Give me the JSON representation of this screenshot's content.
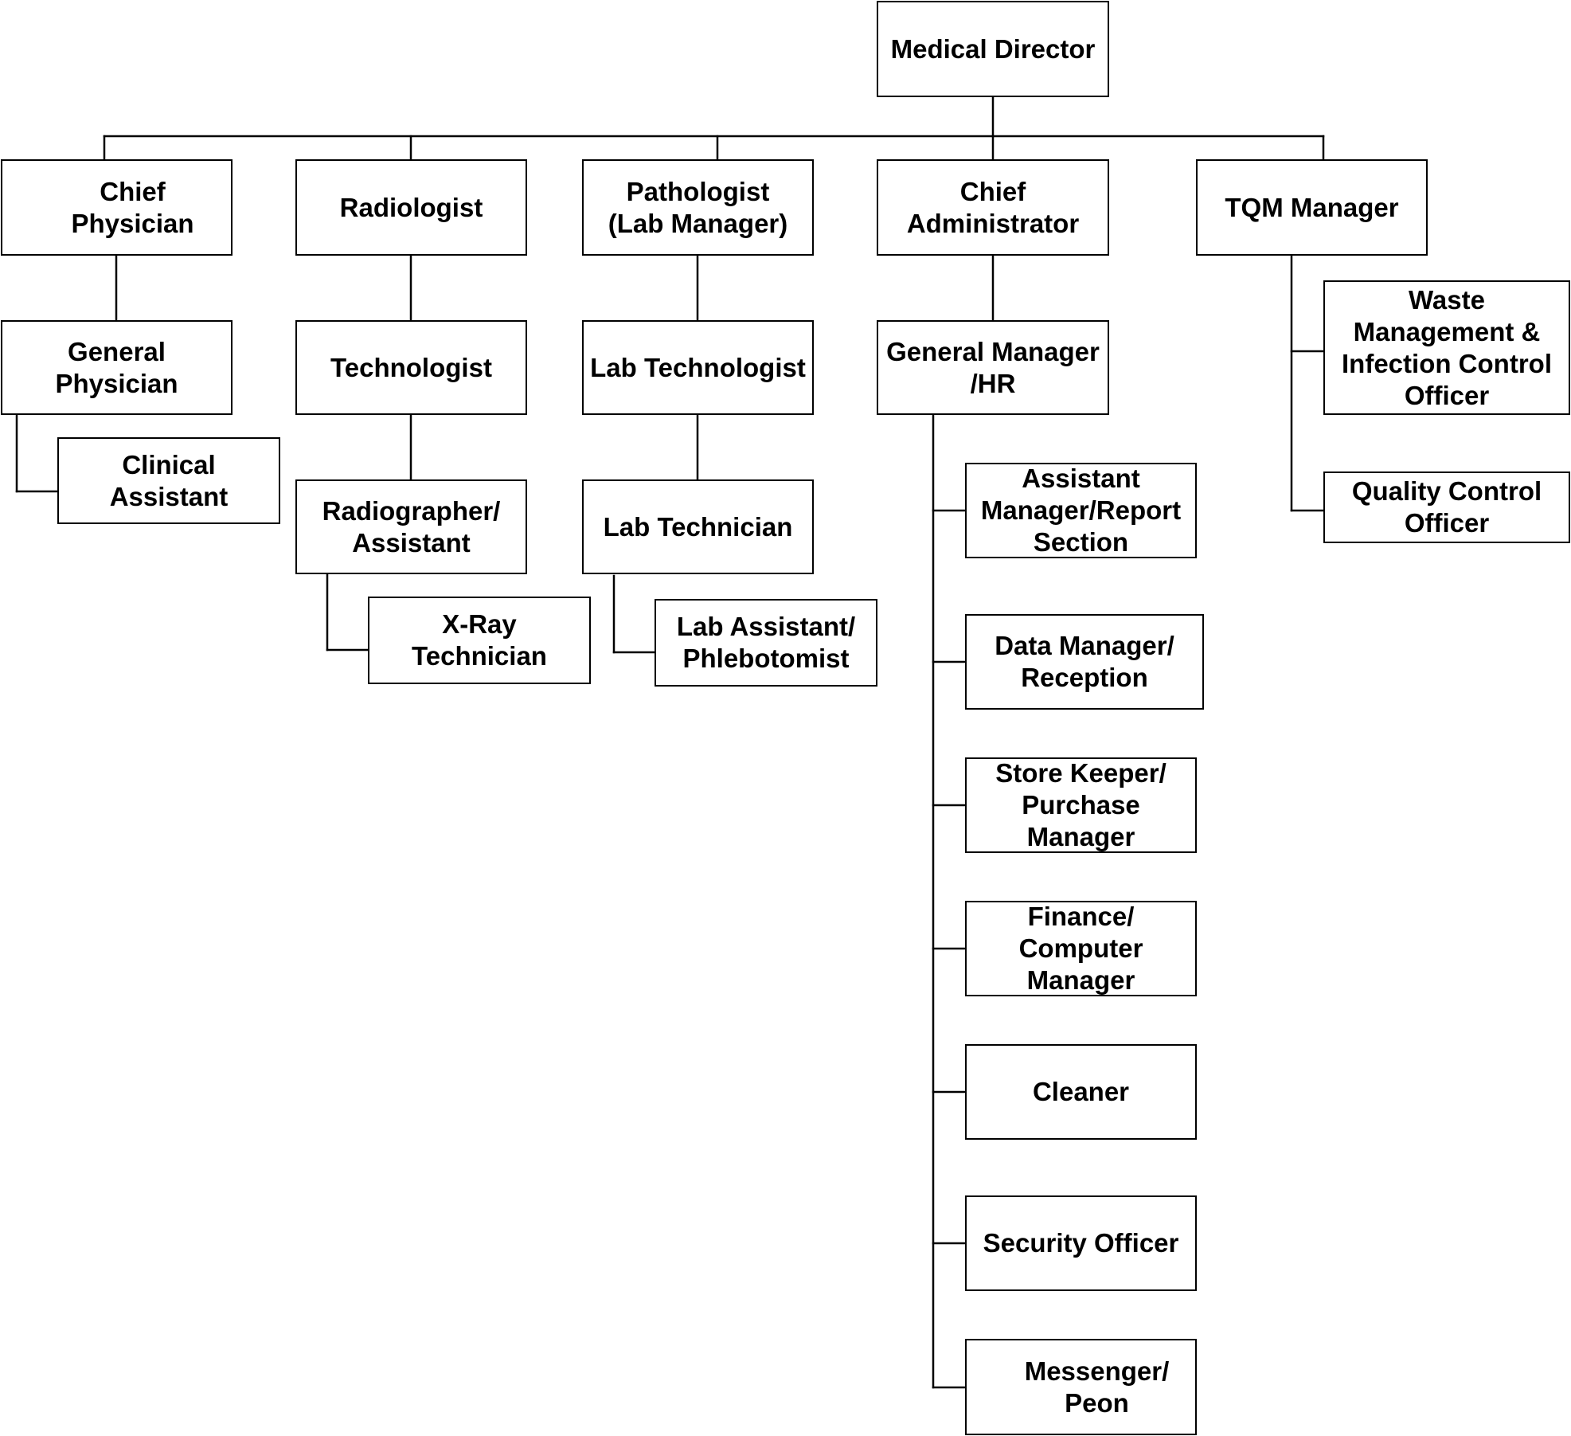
{
  "org_chart": {
    "medical_director": "Medical Director",
    "chief_physician": "Chief\nPhysician",
    "general_physician": "General\nPhysician",
    "clinical_assistant": "Clinical\nAssistant",
    "radiologist": "Radiologist",
    "technologist": "Technologist",
    "radiographer_assistant": "Radiographer/\nAssistant",
    "xray_technician": "X-Ray\nTechnician",
    "pathologist": "Pathologist\n(Lab Manager)",
    "lab_technologist": "Lab Technologist",
    "lab_technician": "Lab Technician",
    "lab_assistant": "Lab Assistant/\nPhlebotomist",
    "chief_administrator": "Chief\nAdministrator",
    "general_manager_hr": "General Manager\n/HR",
    "assistant_manager_report": "Assistant\nManager/Report\nSection",
    "data_manager_reception": "Data Manager/\nReception",
    "store_keeper": "Store Keeper/\nPurchase\nManager",
    "finance_computer": "Finance/\nComputer\nManager",
    "cleaner": "Cleaner",
    "security_officer": "Security Officer",
    "messenger_peon": "Messenger/\nPeon",
    "tqm_manager": "TQM Manager",
    "waste_management": "Waste\nManagement &\nInfection Control\nOfficer",
    "quality_control": "Quality Control\nOfficer"
  }
}
